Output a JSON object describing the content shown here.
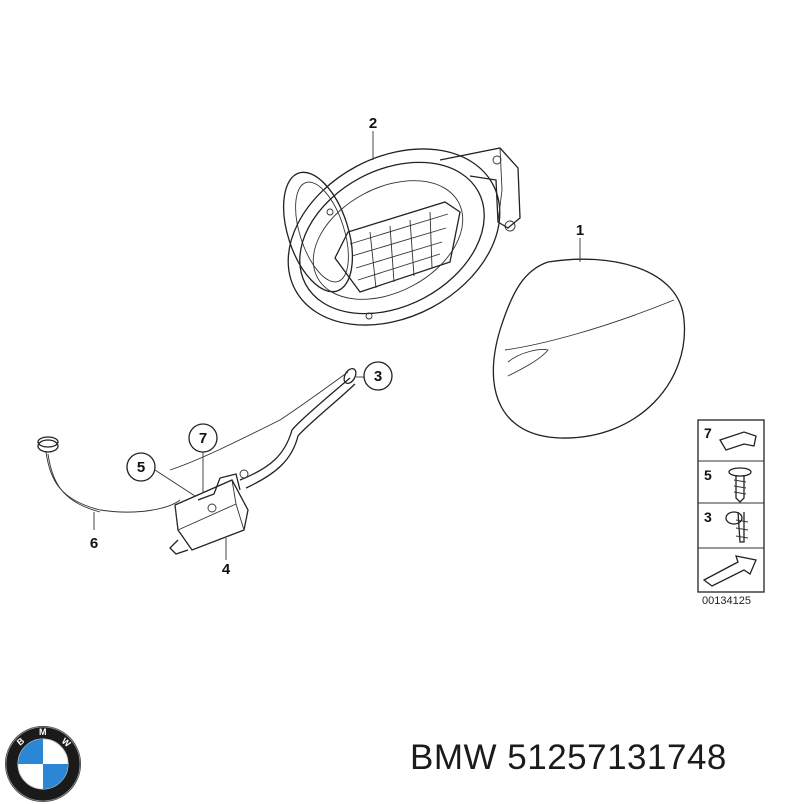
{
  "diagram": {
    "callouts": {
      "fuel_filler_flap": "1",
      "flap_housing": "2",
      "cable_ring": "3",
      "actuator": "4",
      "bolt": "5",
      "emergency_release_cable": "6",
      "clip": "7"
    },
    "legend": {
      "items": [
        "7",
        "5",
        "3"
      ]
    },
    "reference_code": "00134125"
  },
  "branding": {
    "logo_text": "BMW",
    "part_number_text": "BMW 51257131748"
  },
  "colors": {
    "line": "#222222",
    "logo_blue": "#2b86d6",
    "logo_ring": "#1a1a1a"
  }
}
